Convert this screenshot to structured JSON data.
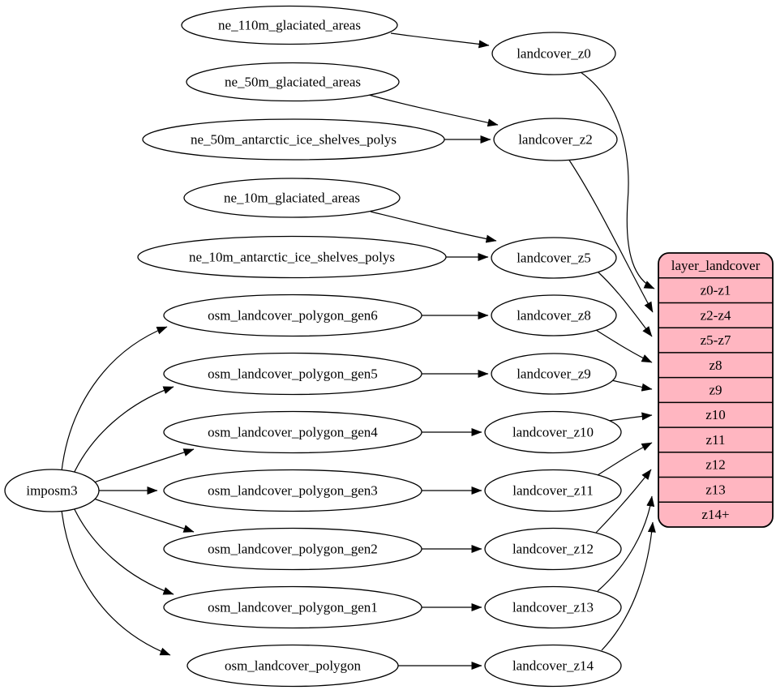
{
  "colors": {
    "background": "#ffffff",
    "node_fill": "#ffffff",
    "edge_stroke": "#000000",
    "table_fill": "#ffb6c1"
  },
  "nodes": {
    "imposm3": "imposm3",
    "ne_110m_glaciated_areas": "ne_110m_glaciated_areas",
    "ne_50m_glaciated_areas": "ne_50m_glaciated_areas",
    "ne_50m_antarctic_ice_shelves_polys": "ne_50m_antarctic_ice_shelves_polys",
    "ne_10m_glaciated_areas": "ne_10m_glaciated_areas",
    "ne_10m_antarctic_ice_shelves_polys": "ne_10m_antarctic_ice_shelves_polys",
    "osm_landcover_polygon_gen6": "osm_landcover_polygon_gen6",
    "osm_landcover_polygon_gen5": "osm_landcover_polygon_gen5",
    "osm_landcover_polygon_gen4": "osm_landcover_polygon_gen4",
    "osm_landcover_polygon_gen3": "osm_landcover_polygon_gen3",
    "osm_landcover_polygon_gen2": "osm_landcover_polygon_gen2",
    "osm_landcover_polygon_gen1": "osm_landcover_polygon_gen1",
    "osm_landcover_polygon": "osm_landcover_polygon",
    "landcover_z0": "landcover_z0",
    "landcover_z2": "landcover_z2",
    "landcover_z5": "landcover_z5",
    "landcover_z8": "landcover_z8",
    "landcover_z9": "landcover_z9",
    "landcover_z10": "landcover_z10",
    "landcover_z11": "landcover_z11",
    "landcover_z12": "landcover_z12",
    "landcover_z13": "landcover_z13",
    "landcover_z14": "landcover_z14"
  },
  "table": {
    "header": "layer_landcover",
    "rows": [
      "z0-z1",
      "z2-z4",
      "z5-z7",
      "z8",
      "z9",
      "z10",
      "z11",
      "z12",
      "z13",
      "z14+"
    ]
  },
  "edges": [
    {
      "from": "ne_110m_glaciated_areas",
      "to": "landcover_z0"
    },
    {
      "from": "ne_50m_glaciated_areas",
      "to": "landcover_z2"
    },
    {
      "from": "ne_50m_antarctic_ice_shelves_polys",
      "to": "landcover_z2"
    },
    {
      "from": "ne_10m_glaciated_areas",
      "to": "landcover_z5"
    },
    {
      "from": "ne_10m_antarctic_ice_shelves_polys",
      "to": "landcover_z5"
    },
    {
      "from": "osm_landcover_polygon_gen6",
      "to": "landcover_z8"
    },
    {
      "from": "osm_landcover_polygon_gen5",
      "to": "landcover_z9"
    },
    {
      "from": "osm_landcover_polygon_gen4",
      "to": "landcover_z10"
    },
    {
      "from": "osm_landcover_polygon_gen3",
      "to": "landcover_z11"
    },
    {
      "from": "osm_landcover_polygon_gen2",
      "to": "landcover_z12"
    },
    {
      "from": "osm_landcover_polygon_gen1",
      "to": "landcover_z13"
    },
    {
      "from": "osm_landcover_polygon",
      "to": "landcover_z14"
    },
    {
      "from": "imposm3",
      "to": "osm_landcover_polygon_gen6"
    },
    {
      "from": "imposm3",
      "to": "osm_landcover_polygon_gen5"
    },
    {
      "from": "imposm3",
      "to": "osm_landcover_polygon_gen4"
    },
    {
      "from": "imposm3",
      "to": "osm_landcover_polygon_gen3"
    },
    {
      "from": "imposm3",
      "to": "osm_landcover_polygon_gen2"
    },
    {
      "from": "imposm3",
      "to": "osm_landcover_polygon_gen1"
    },
    {
      "from": "imposm3",
      "to": "osm_landcover_polygon"
    },
    {
      "from": "landcover_z0",
      "to": "z0-z1"
    },
    {
      "from": "landcover_z2",
      "to": "z2-z4"
    },
    {
      "from": "landcover_z5",
      "to": "z5-z7"
    },
    {
      "from": "landcover_z8",
      "to": "z8"
    },
    {
      "from": "landcover_z9",
      "to": "z9"
    },
    {
      "from": "landcover_z10",
      "to": "z10"
    },
    {
      "from": "landcover_z11",
      "to": "z11"
    },
    {
      "from": "landcover_z12",
      "to": "z12"
    },
    {
      "from": "landcover_z13",
      "to": "z13"
    },
    {
      "from": "landcover_z14",
      "to": "z14+"
    }
  ]
}
